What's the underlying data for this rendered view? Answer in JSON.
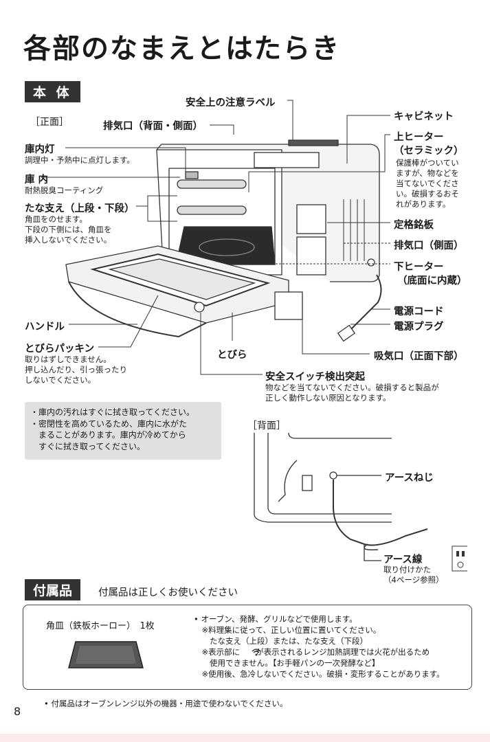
{
  "page": {
    "title": "各部のなまえとはたらき",
    "section_main": "本 体",
    "front_label": "［正面］",
    "back_label": "［背面］",
    "page_number": "8"
  },
  "front_labels": {
    "safety_label": "安全上の注意ラベル",
    "exhaust_back_side": "排気口（背面・側面）",
    "cabinet": "キャビネット",
    "upper_heater": "上ヒーター",
    "upper_heater_sub": "（セラミック）",
    "upper_heater_note": [
      "保護棒がついてい",
      "ますが、物などを",
      "当てないでくださ",
      "い。破損するおそ",
      "れがあります。"
    ],
    "light": "庫内灯",
    "light_note": "調理中・予熱中に点灯します。",
    "interior": "庫 内",
    "interior_note": "耐熱脱臭コーティング",
    "shelf": "たな支え（上段・下段）",
    "shelf_note": [
      "角皿をのせます。",
      "下段の下側には、角皿を",
      "挿入しないでください。"
    ],
    "rating_plate": "定格銘板",
    "exhaust_side": "排気口（側面）",
    "lower_heater": "下ヒーター",
    "lower_heater_sub": "（底面に内蔵）",
    "power_cord": "電源コード",
    "power_plug": "電源プラグ",
    "handle": "ハンドル",
    "door": "とびら",
    "intake": "吸気口（正面下部）",
    "gasket": "とびらパッキン",
    "gasket_note": [
      "取りはずしできません。",
      "押し込んだり、引っ張ったり",
      "しないでください。"
    ],
    "safety_switch": "安全スイッチ検出突起",
    "safety_switch_note": [
      "物などを当てないでください。破損すると製品が",
      "正しく動作しない原因となります。"
    ]
  },
  "notes": [
    "・庫内の汚れはすぐに拭き取ってください。",
    "・密閉性を高めているため、庫内に水がた",
    "　まることがあります。庫内が冷めてから",
    "　すぐに拭き取ってください。"
  ],
  "back_labels": {
    "earth_screw": "アースねじ",
    "earth_wire": "アース線",
    "earth_note": [
      "取り付けかた",
      "（4ページ参照）"
    ]
  },
  "accessories": {
    "section": "付属品",
    "heading": "付属品は正しくお使いください",
    "item_name": "角皿（鉄板ホーロー）　1枚",
    "lines": [
      "• オーブン、発酵、グリルなどで使用します。",
      "　※料理集に従って、正しい位置に置いてください。",
      "　　たな支え（上段）または、たな支え（下段）",
      "　※表示部に　　が表示されるレンジ加熱調理では火花が出るため",
      "　　使用できません。【お手軽パンの一次発酵など】",
      "　※使用後、急冷しないでください。破損・変形することがあります。"
    ],
    "footer": "• 付属品はオーブンレンジ以外の機器・用途で使わないでください。"
  },
  "icons": {
    "wave": "microwave-icon",
    "outlet": "wall-outlet-icon"
  }
}
